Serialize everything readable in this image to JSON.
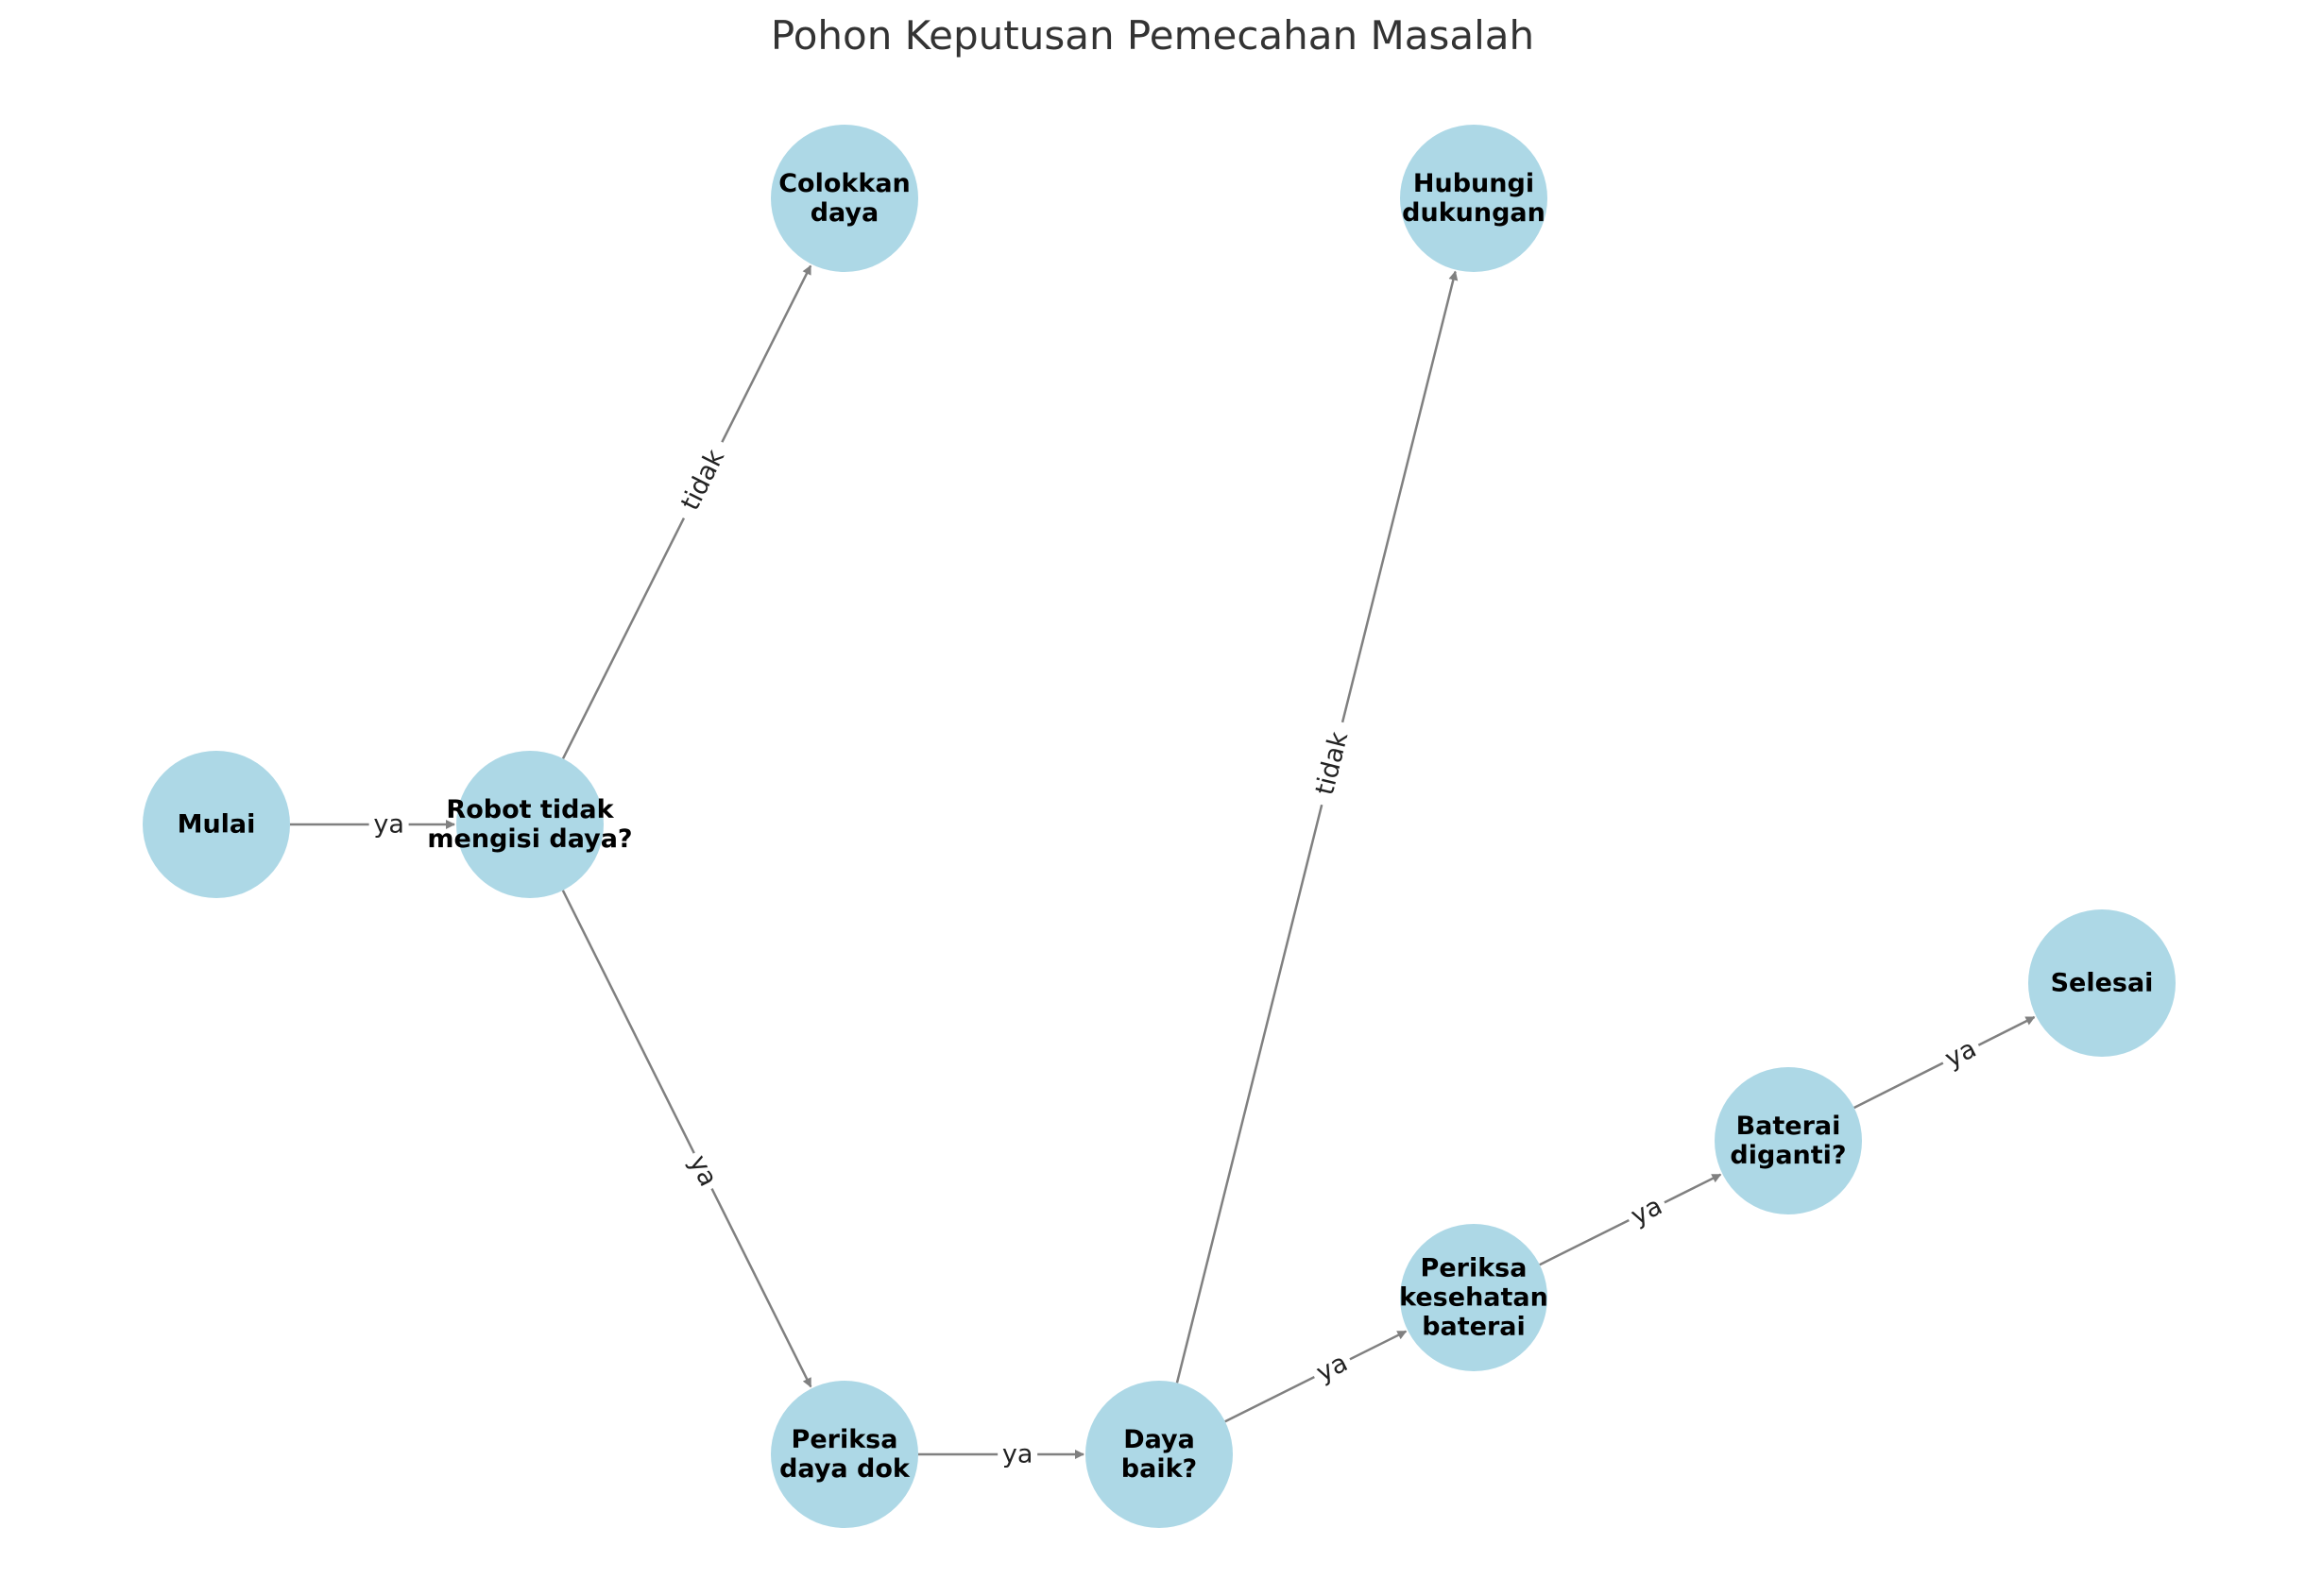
{
  "diagram": {
    "title": "Pohon Keputusan Pemecahan Masalah",
    "node_color": "#add8e6",
    "edge_color": "#808080",
    "nodes": [
      {
        "id": "mulai",
        "label": [
          "Mulai"
        ]
      },
      {
        "id": "robot",
        "label": [
          "Robot tidak",
          "mengisi daya?"
        ]
      },
      {
        "id": "colokkan",
        "label": [
          "Colokkan",
          "daya"
        ]
      },
      {
        "id": "periksa_dok",
        "label": [
          "Periksa",
          "daya dok"
        ]
      },
      {
        "id": "daya_baik",
        "label": [
          "Daya",
          "baik?"
        ]
      },
      {
        "id": "hubungi",
        "label": [
          "Hubungi",
          "dukungan"
        ]
      },
      {
        "id": "periksa_baterai",
        "label": [
          "Periksa",
          "kesehatan",
          "baterai"
        ]
      },
      {
        "id": "baterai_diganti",
        "label": [
          "Baterai",
          "diganti?"
        ]
      },
      {
        "id": "selesai",
        "label": [
          "Selesai"
        ]
      }
    ],
    "edges": [
      {
        "from": "mulai",
        "to": "robot",
        "label": "ya"
      },
      {
        "from": "robot",
        "to": "colokkan",
        "label": "tidak"
      },
      {
        "from": "robot",
        "to": "periksa_dok",
        "label": "ya"
      },
      {
        "from": "periksa_dok",
        "to": "daya_baik",
        "label": "ya"
      },
      {
        "from": "daya_baik",
        "to": "hubungi",
        "label": "tidak"
      },
      {
        "from": "daya_baik",
        "to": "periksa_baterai",
        "label": "ya"
      },
      {
        "from": "periksa_baterai",
        "to": "baterai_diganti",
        "label": "ya"
      },
      {
        "from": "baterai_diganti",
        "to": "selesai",
        "label": "ya"
      }
    ]
  }
}
